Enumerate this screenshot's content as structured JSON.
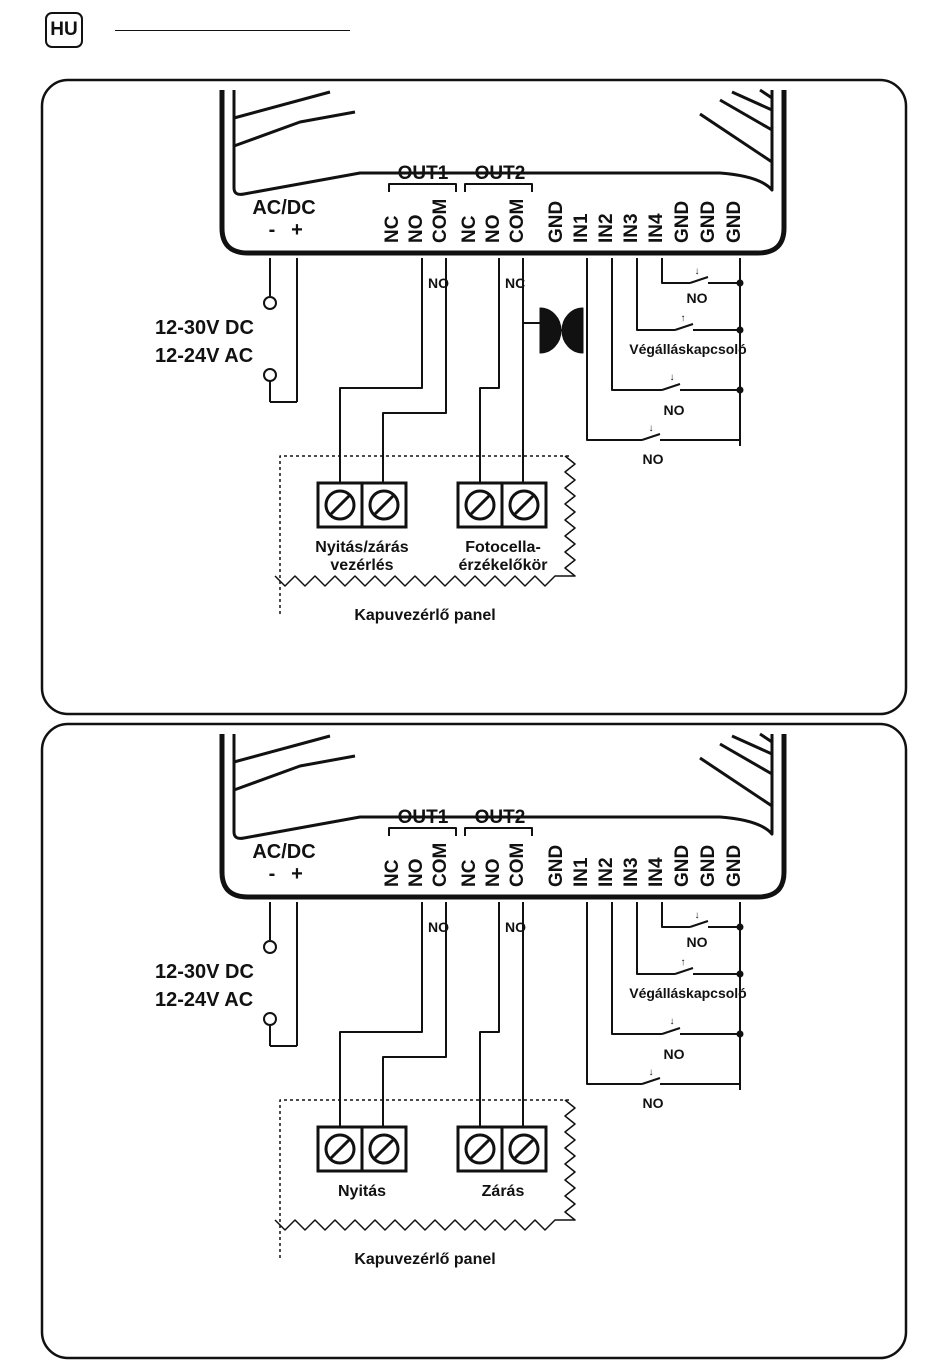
{
  "language_badge": "HU",
  "common": {
    "ac_dc": "AC/DC",
    "minus": "-",
    "plus": "+",
    "out1": "OUT1",
    "out2": "OUT2",
    "terminals": [
      "NC",
      "NO",
      "COM",
      "NC",
      "NO",
      "COM",
      "GND",
      "IN1",
      "IN2",
      "IN3",
      "IN4",
      "GND",
      "GND",
      "GND"
    ],
    "supply_dc": "12-30V DC",
    "supply_ac": "12-24V AC",
    "limit_switch_label": "Végálláskapcsoló",
    "no_label": "NO",
    "controller_panel": "Kapuvezérlő panel"
  },
  "diagrams": [
    {
      "out1_wire": "NO",
      "out2_wire": "NC",
      "terminal_left": "Nyitás/zárás\nvezérlés",
      "terminal_right": "Fotocella-\nérzékelőkör"
    },
    {
      "out1_wire": "NO",
      "out2_wire": "NO",
      "terminal_left": "Nyitás",
      "terminal_right": "Zárás"
    }
  ]
}
